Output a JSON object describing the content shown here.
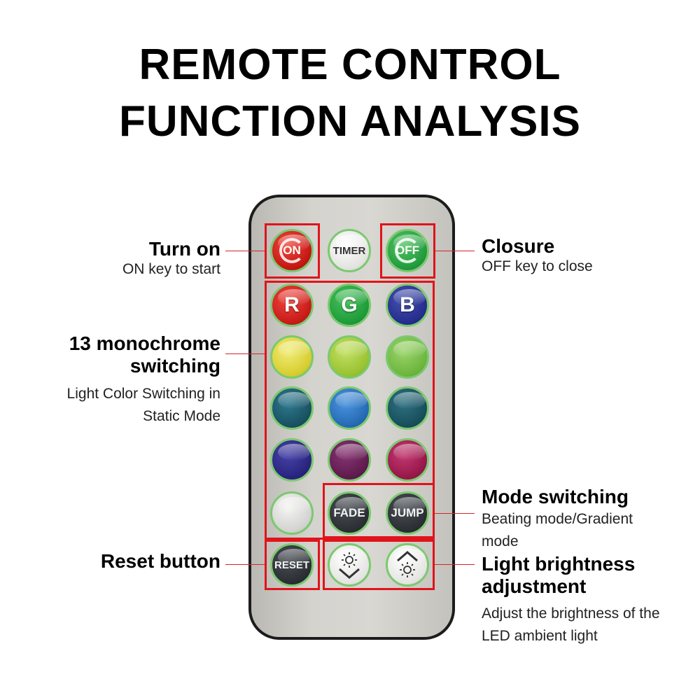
{
  "title": {
    "line1": "REMOTE CONTROL",
    "line2": "FUNCTION ANALYSIS"
  },
  "buttons": {
    "on": "ON",
    "timer": "TIMER",
    "off": "OFF",
    "r": "R",
    "g": "G",
    "b": "B",
    "fade": "FADE",
    "jump": "JUMP",
    "reset": "RESET"
  },
  "colors": {
    "highlight": "#e0141b",
    "swatches": [
      "#e8e04a",
      "#a8cf3c",
      "#7bc24a",
      "#1d5a70",
      "#2f7cc7",
      "#1f5b6b",
      "#2d2a8a",
      "#6a2357",
      "#a51e56",
      "#d8d8d6"
    ]
  },
  "icons": [
    "power-icon",
    "brightness-down-icon",
    "brightness-up-icon"
  ],
  "annotations": {
    "turn_on": {
      "heading": "Turn on",
      "sub": "ON key to start"
    },
    "closure": {
      "heading": "Closure",
      "sub": "OFF key to close"
    },
    "mono": {
      "heading1": "13 monochrome",
      "heading2": "switching",
      "sub1": "Light Color Switching in",
      "sub2": "Static Mode"
    },
    "mode": {
      "heading": "Mode switching",
      "sub1": "Beating mode/Gradient",
      "sub2": "mode"
    },
    "reset": {
      "heading": "Reset button"
    },
    "bright": {
      "heading1": "Light brightness",
      "heading2": "adjustment",
      "sub1": "Adjust the brightness of the",
      "sub2": "LED ambient light"
    }
  }
}
